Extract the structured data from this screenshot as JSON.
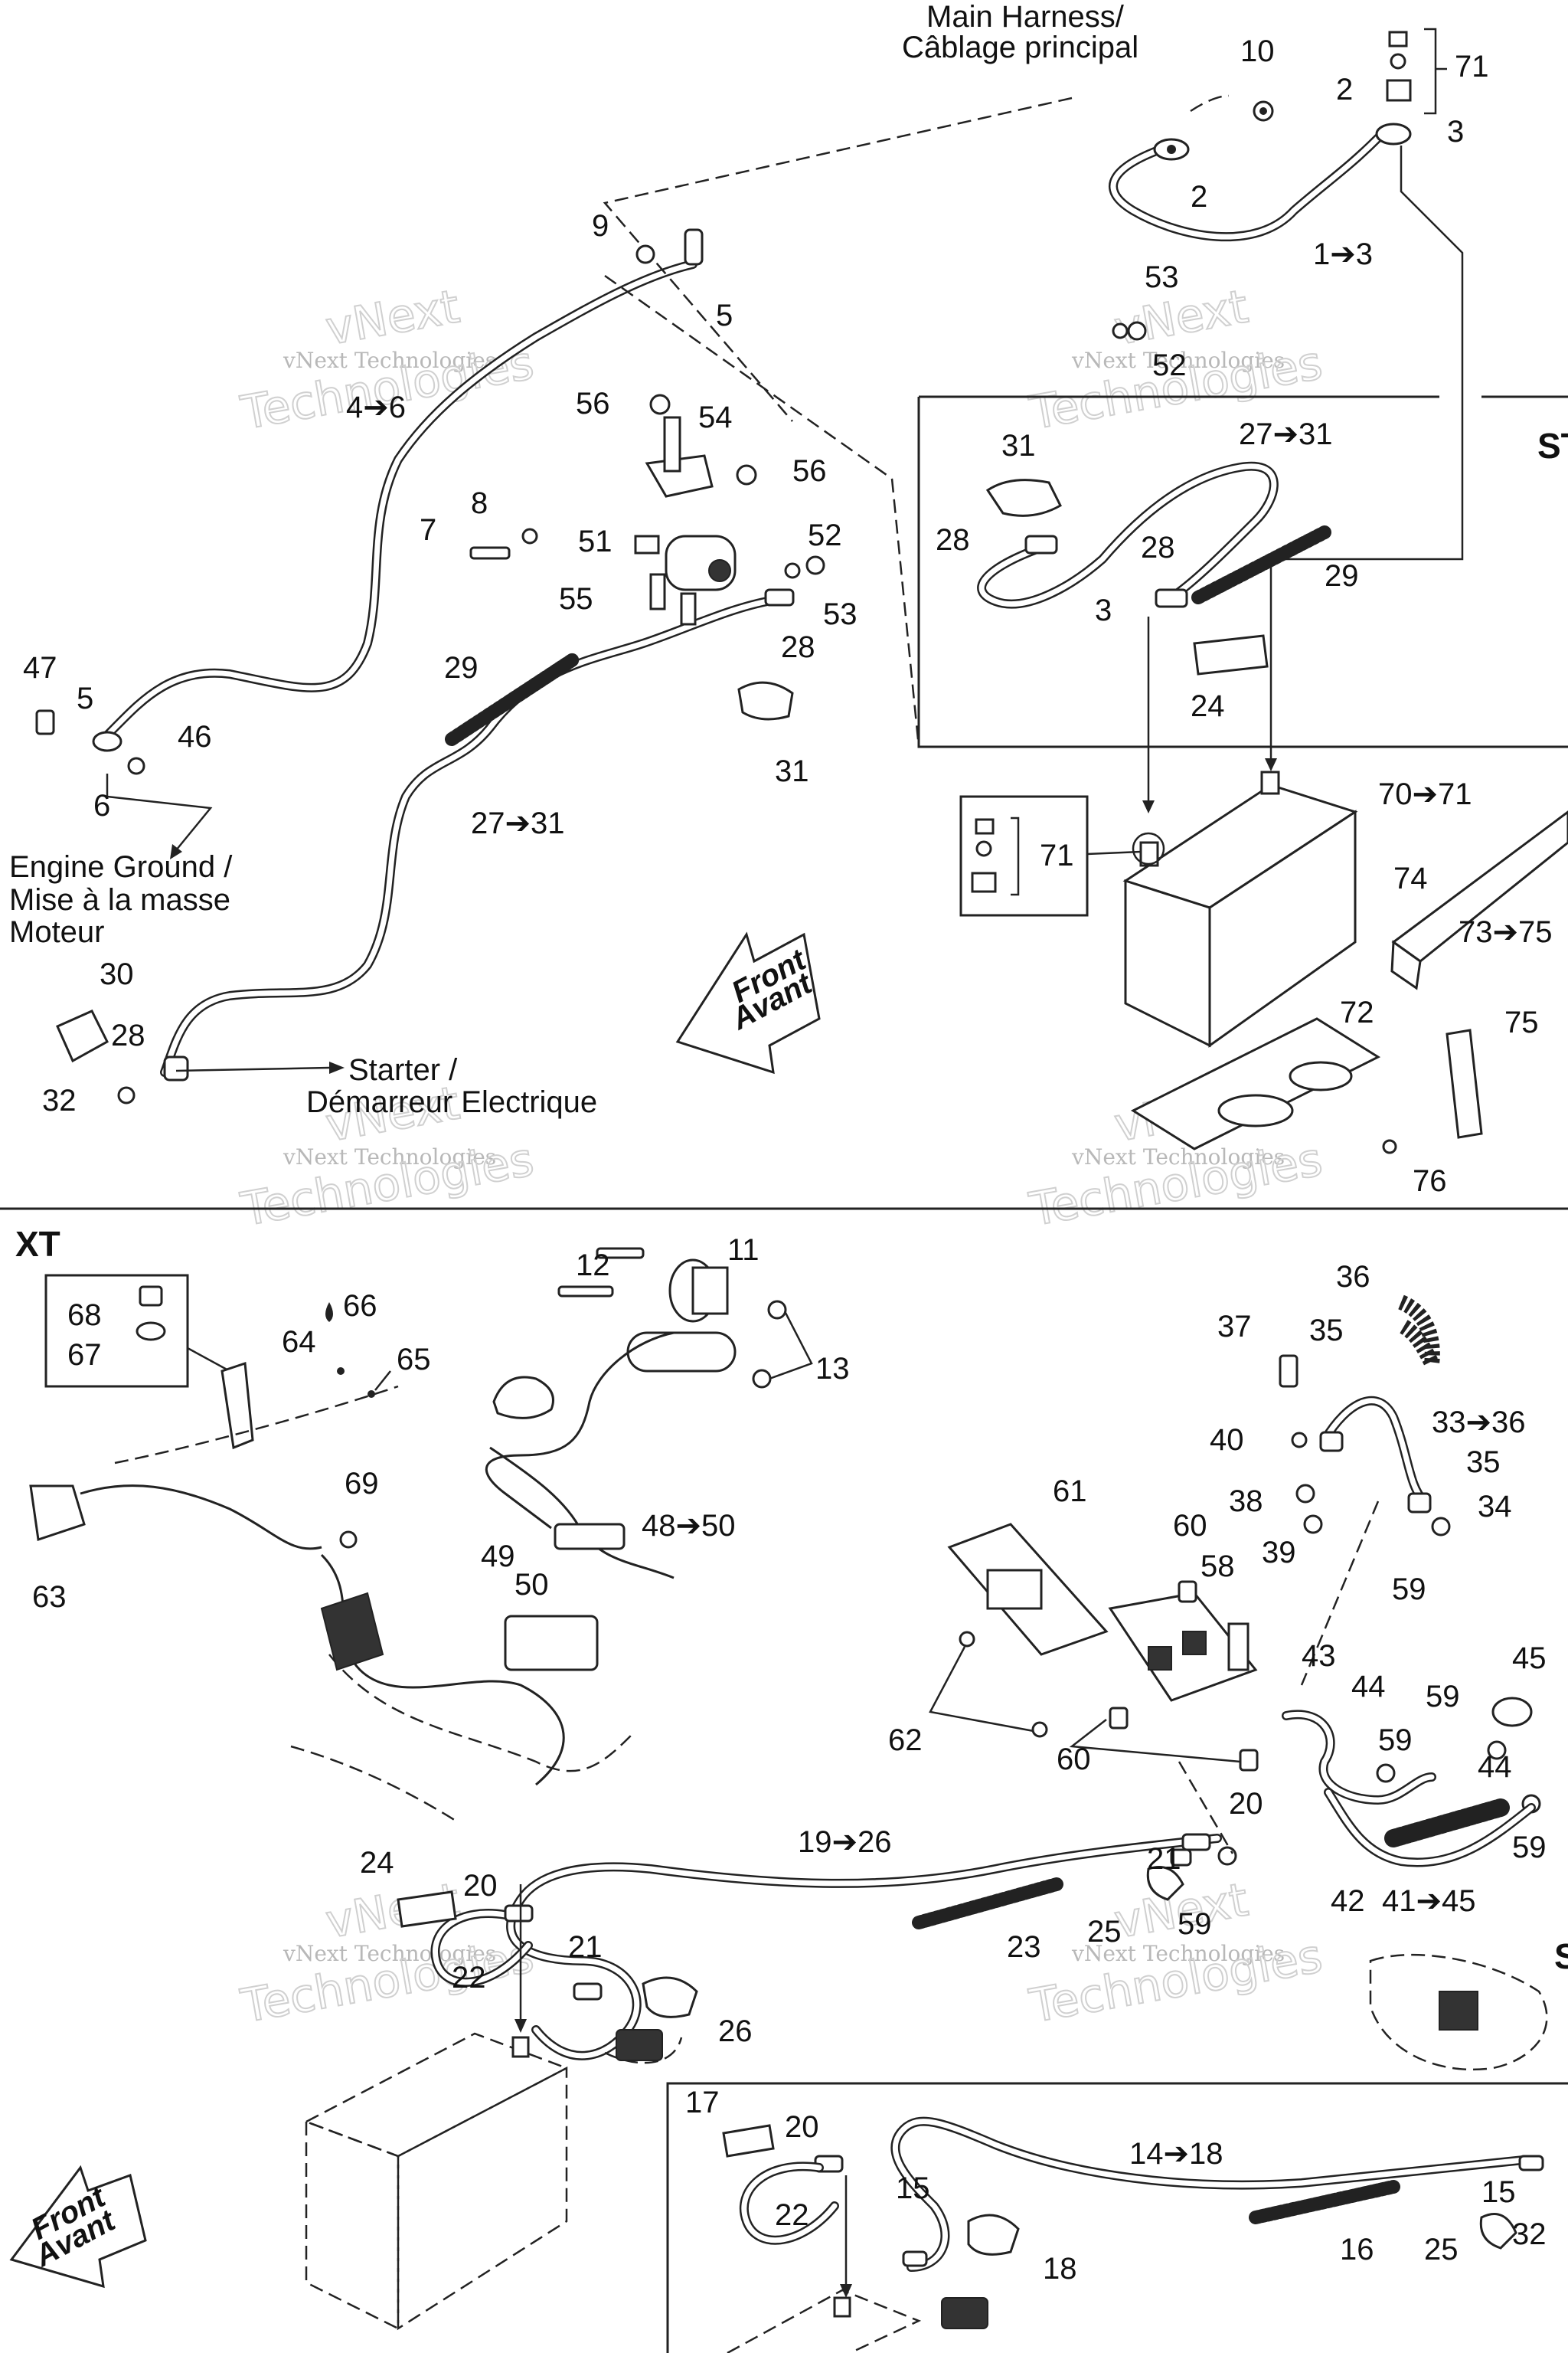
{
  "labels": {
    "main_harness": [
      "Main Harness/",
      "Câblage principal"
    ],
    "engine_ground": [
      "Engine Ground /",
      "Mise à la masse",
      "Moteur"
    ],
    "starter": [
      "Starter /",
      "Démarreur Electrique"
    ],
    "front": [
      "Front",
      "Avant"
    ],
    "front_lower": [
      "Front",
      "Avant"
    ],
    "section_xt": "XT",
    "section_st_partial": "ST",
    "section_s_partial": "S"
  },
  "watermark": {
    "line1": "vNext Technologies",
    "line2": "vNext",
    "line3": "Technologies"
  },
  "callouts": {
    "c10": "10",
    "c71a": "71",
    "c2a": "2",
    "c3a": "3",
    "c2b": "2",
    "c1_3": "1➔3",
    "c9": "9",
    "c5a": "5",
    "c53a": "53",
    "c52a": "52",
    "c4_6": "4➔6",
    "c56a": "56",
    "c54": "54",
    "c56b": "56",
    "c31a": "31",
    "c27_31a": "27➔31",
    "c8": "8",
    "c7": "7",
    "c51": "51",
    "c52b": "52",
    "c28a": "28",
    "c28b": "28",
    "c29a": "29",
    "c55": "55",
    "c53b": "53",
    "c3b": "3",
    "c28c": "28",
    "c29b": "29",
    "c24a": "24",
    "c47": "47",
    "c5b": "5",
    "c46": "46",
    "c6": "6",
    "c31b": "31",
    "c27_31b": "27➔31",
    "c70_71": "70➔71",
    "c71b": "71",
    "c74": "74",
    "c73_75": "73➔75",
    "c30": "30",
    "c28d": "28",
    "c72": "72",
    "c75": "75",
    "c32a": "32",
    "c76": "76",
    "c11": "11",
    "c12": "12",
    "c36": "36",
    "c66": "66",
    "c68": "68",
    "c64": "64",
    "c65": "65",
    "c67": "67",
    "c13": "13",
    "c37": "37",
    "c35a": "35",
    "c33_36": "33➔36",
    "c40": "40",
    "c35b": "35",
    "c38": "38",
    "c34": "34",
    "c69": "69",
    "c61": "61",
    "c39": "39",
    "c48_50": "48➔50",
    "c49": "49",
    "c60a": "60",
    "c58": "58",
    "c63": "63",
    "c50": "50",
    "c59a": "59",
    "c45": "45",
    "c43": "43",
    "c44a": "44",
    "c59b": "59",
    "c62": "62",
    "c60b": "60",
    "c59c": "59",
    "c44b": "44",
    "c20a": "20",
    "c59d": "59",
    "c19_26": "19➔26",
    "c21a": "21",
    "c42": "42",
    "c41_45": "41➔45",
    "c24b": "24",
    "c20b": "20",
    "c25a": "25",
    "c59e": "59",
    "c23": "23",
    "c22a": "22",
    "c21b": "21",
    "c26": "26",
    "c17": "17",
    "c20c": "20",
    "c14_18": "14➔18",
    "c15a": "15",
    "c22b": "22",
    "c15b": "15",
    "c16": "16",
    "c25b": "25",
    "c32b": "32",
    "c18": "18"
  }
}
